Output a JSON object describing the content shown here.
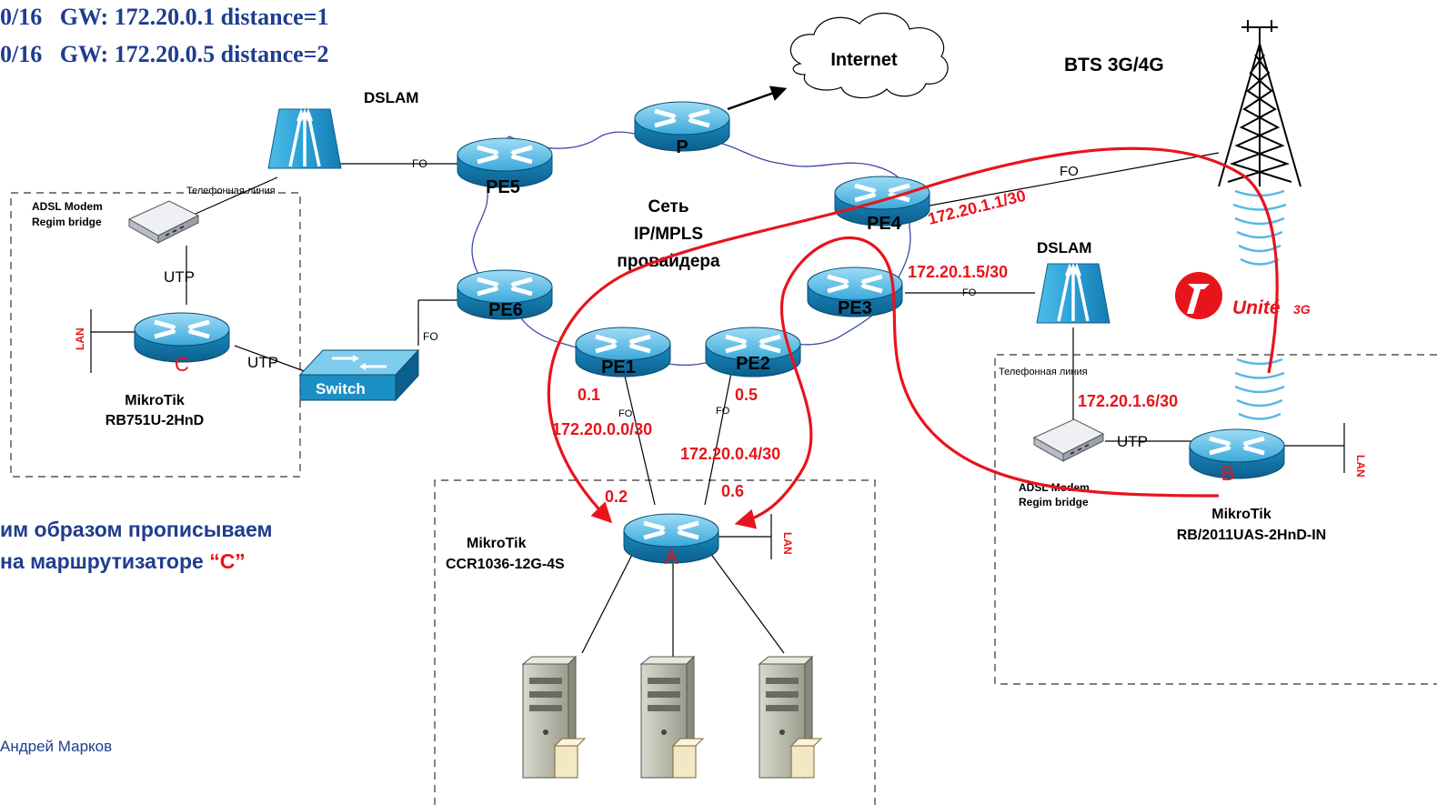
{
  "header": {
    "route1": "0/16   GW: 172.20.0.1 distance=1",
    "route2": "0/16   GW: 172.20.0.5 distance=2"
  },
  "cloud": {
    "internet": "Internet",
    "net1": "Сеть",
    "net2": "IP/MPLS",
    "net3": "провайдера"
  },
  "bts": "BTS 3G/4G",
  "dslam_left": "DSLAM",
  "dslam_right": "DSLAM",
  "routers": {
    "p": "P",
    "pe1": "PE1",
    "pe2": "PE2",
    "pe3": "PE3",
    "pe4": "PE4",
    "pe5": "PE5",
    "pe6": "PE6",
    "a": "A",
    "b": "B",
    "c": "C"
  },
  "links": {
    "fo": "FO",
    "utp": "UTP",
    "lan": "LAN"
  },
  "phone_line": "Телефонная линия",
  "modem": {
    "line1": "ADSL Modem",
    "line2": "Regim bridge"
  },
  "switch_label": "Switch",
  "device_c": {
    "brand": "MikroTik",
    "model": "RB751U-2HnD"
  },
  "device_a": {
    "brand": "MikroTik",
    "model": "CCR1036-12G-4S"
  },
  "device_b": {
    "brand": "MikroTik",
    "model": "RB/2011UAS-2HnD-IN"
  },
  "addr": {
    "pe4": "172.20.1.1/30",
    "pe3": "172.20.1.5/30",
    "b": "172.20.1.6/30",
    "n1": "172.20.0.0/30",
    "n2": "172.20.0.4/30",
    "a01": "0.1",
    "a05": "0.5",
    "a02": "0.2",
    "a06": "0.6"
  },
  "unite": {
    "brand": "Unité",
    "suffix": "3G"
  },
  "caption": {
    "line1": "им образом прописываем",
    "line2": "на маршрутизаторе ",
    "quote": "“C”"
  },
  "author": "Андрей Марков",
  "colors": {
    "accent_red": "#e8141c",
    "caption_blue": "#1f3d8f",
    "router_blue": "#1b8fc4"
  }
}
